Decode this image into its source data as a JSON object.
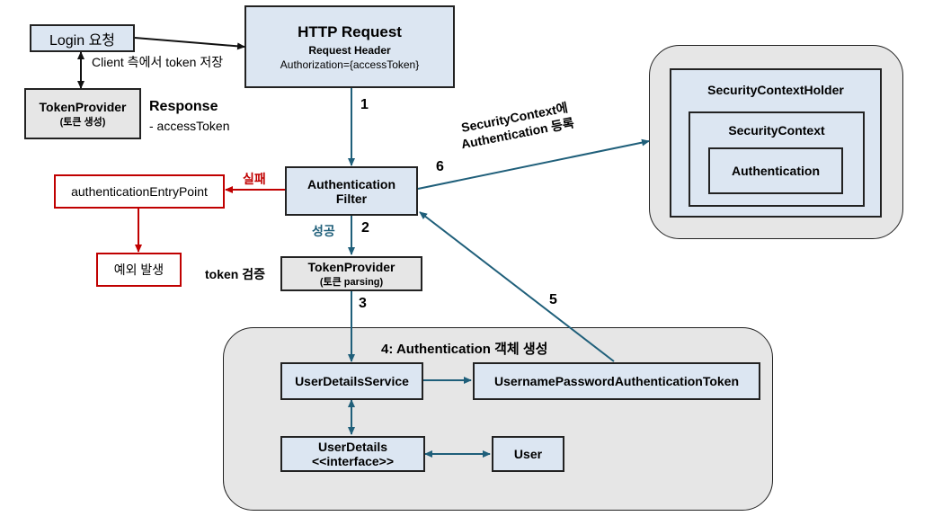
{
  "login": {
    "label": "Login 요청"
  },
  "client_store": "Client 측에서 token 저장",
  "token_provider_top": {
    "title": "TokenProvider",
    "subtitle": "(토큰 생성)"
  },
  "response": {
    "title": "Response",
    "item": "- accessToken"
  },
  "http_request": {
    "title": "HTTP Request",
    "header": "Request Header",
    "auth": "Authorization={accessToken}"
  },
  "auth_filter": {
    "line1": "Authentication",
    "line2": "Filter"
  },
  "entry_point": {
    "label": "authenticationEntryPoint"
  },
  "exception": {
    "label": "예외 발생"
  },
  "fail_label": "실패",
  "success_label": "성공",
  "token_check_label": "token 검증",
  "token_provider_mid": {
    "title": "TokenProvider",
    "subtitle": "(토큰 parsing)"
  },
  "steps": {
    "s1": "1",
    "s2": "2",
    "s3": "3",
    "s5": "5",
    "s6": "6"
  },
  "security_context_label": {
    "line1": "SecurityContext에",
    "line2": "Authentication 등록"
  },
  "context_holder": {
    "holder_title": "SecurityContextHolder",
    "context_title": "SecurityContext",
    "authentication": "Authentication"
  },
  "group": {
    "title": "4: Authentication 객체 생성"
  },
  "user_details_service": "UserDetailsService",
  "upa_token": "UsernamePasswordAuthenticationToken",
  "user_details": {
    "line1": "UserDetails",
    "line2": "<<interface>>"
  },
  "user": "User",
  "colors": {
    "node_fill": "#dce6f2",
    "gray_fill": "#e6e6e6",
    "arrow": "#1f5f7a",
    "error": "#c00000",
    "success": "#1f5f7a"
  }
}
